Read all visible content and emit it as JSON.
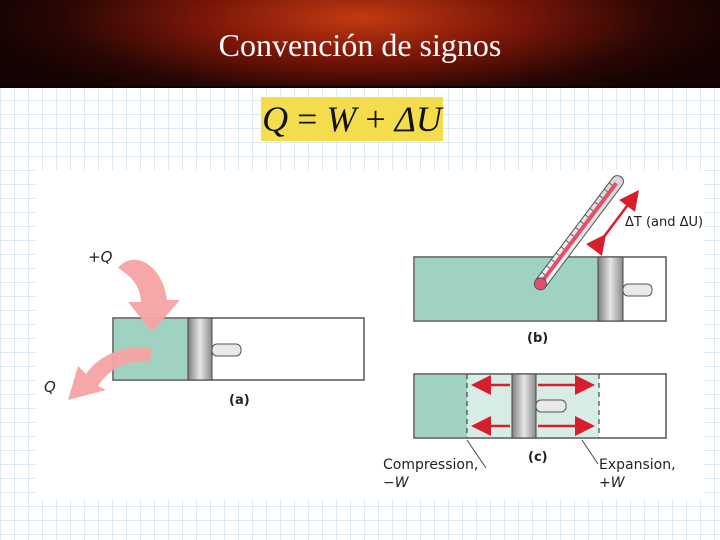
{
  "slide": {
    "title": "Convención de signos",
    "equation": {
      "lhs": "Q",
      "eq": "=",
      "w": "W",
      "plus": "+",
      "delta_u": "ΔU"
    }
  },
  "diagram": {
    "panel_a": {
      "label": "(a)",
      "heat_in": "+Q",
      "heat_out": "Q"
    },
    "panel_b": {
      "label": "(b)",
      "annotation": "ΔT (and ΔU)"
    },
    "panel_c": {
      "label": "(c)",
      "compression": "Compression,",
      "compression_sign": "−W",
      "expansion": "Expansion,",
      "expansion_sign": "+W"
    }
  },
  "colors": {
    "gas": "#9fd2c0",
    "heat_arrow": "#f5a3a3",
    "work_arrow": "#d61e2c",
    "equation_bg": "#f3dd4c",
    "title_bg": "#7a1608"
  }
}
